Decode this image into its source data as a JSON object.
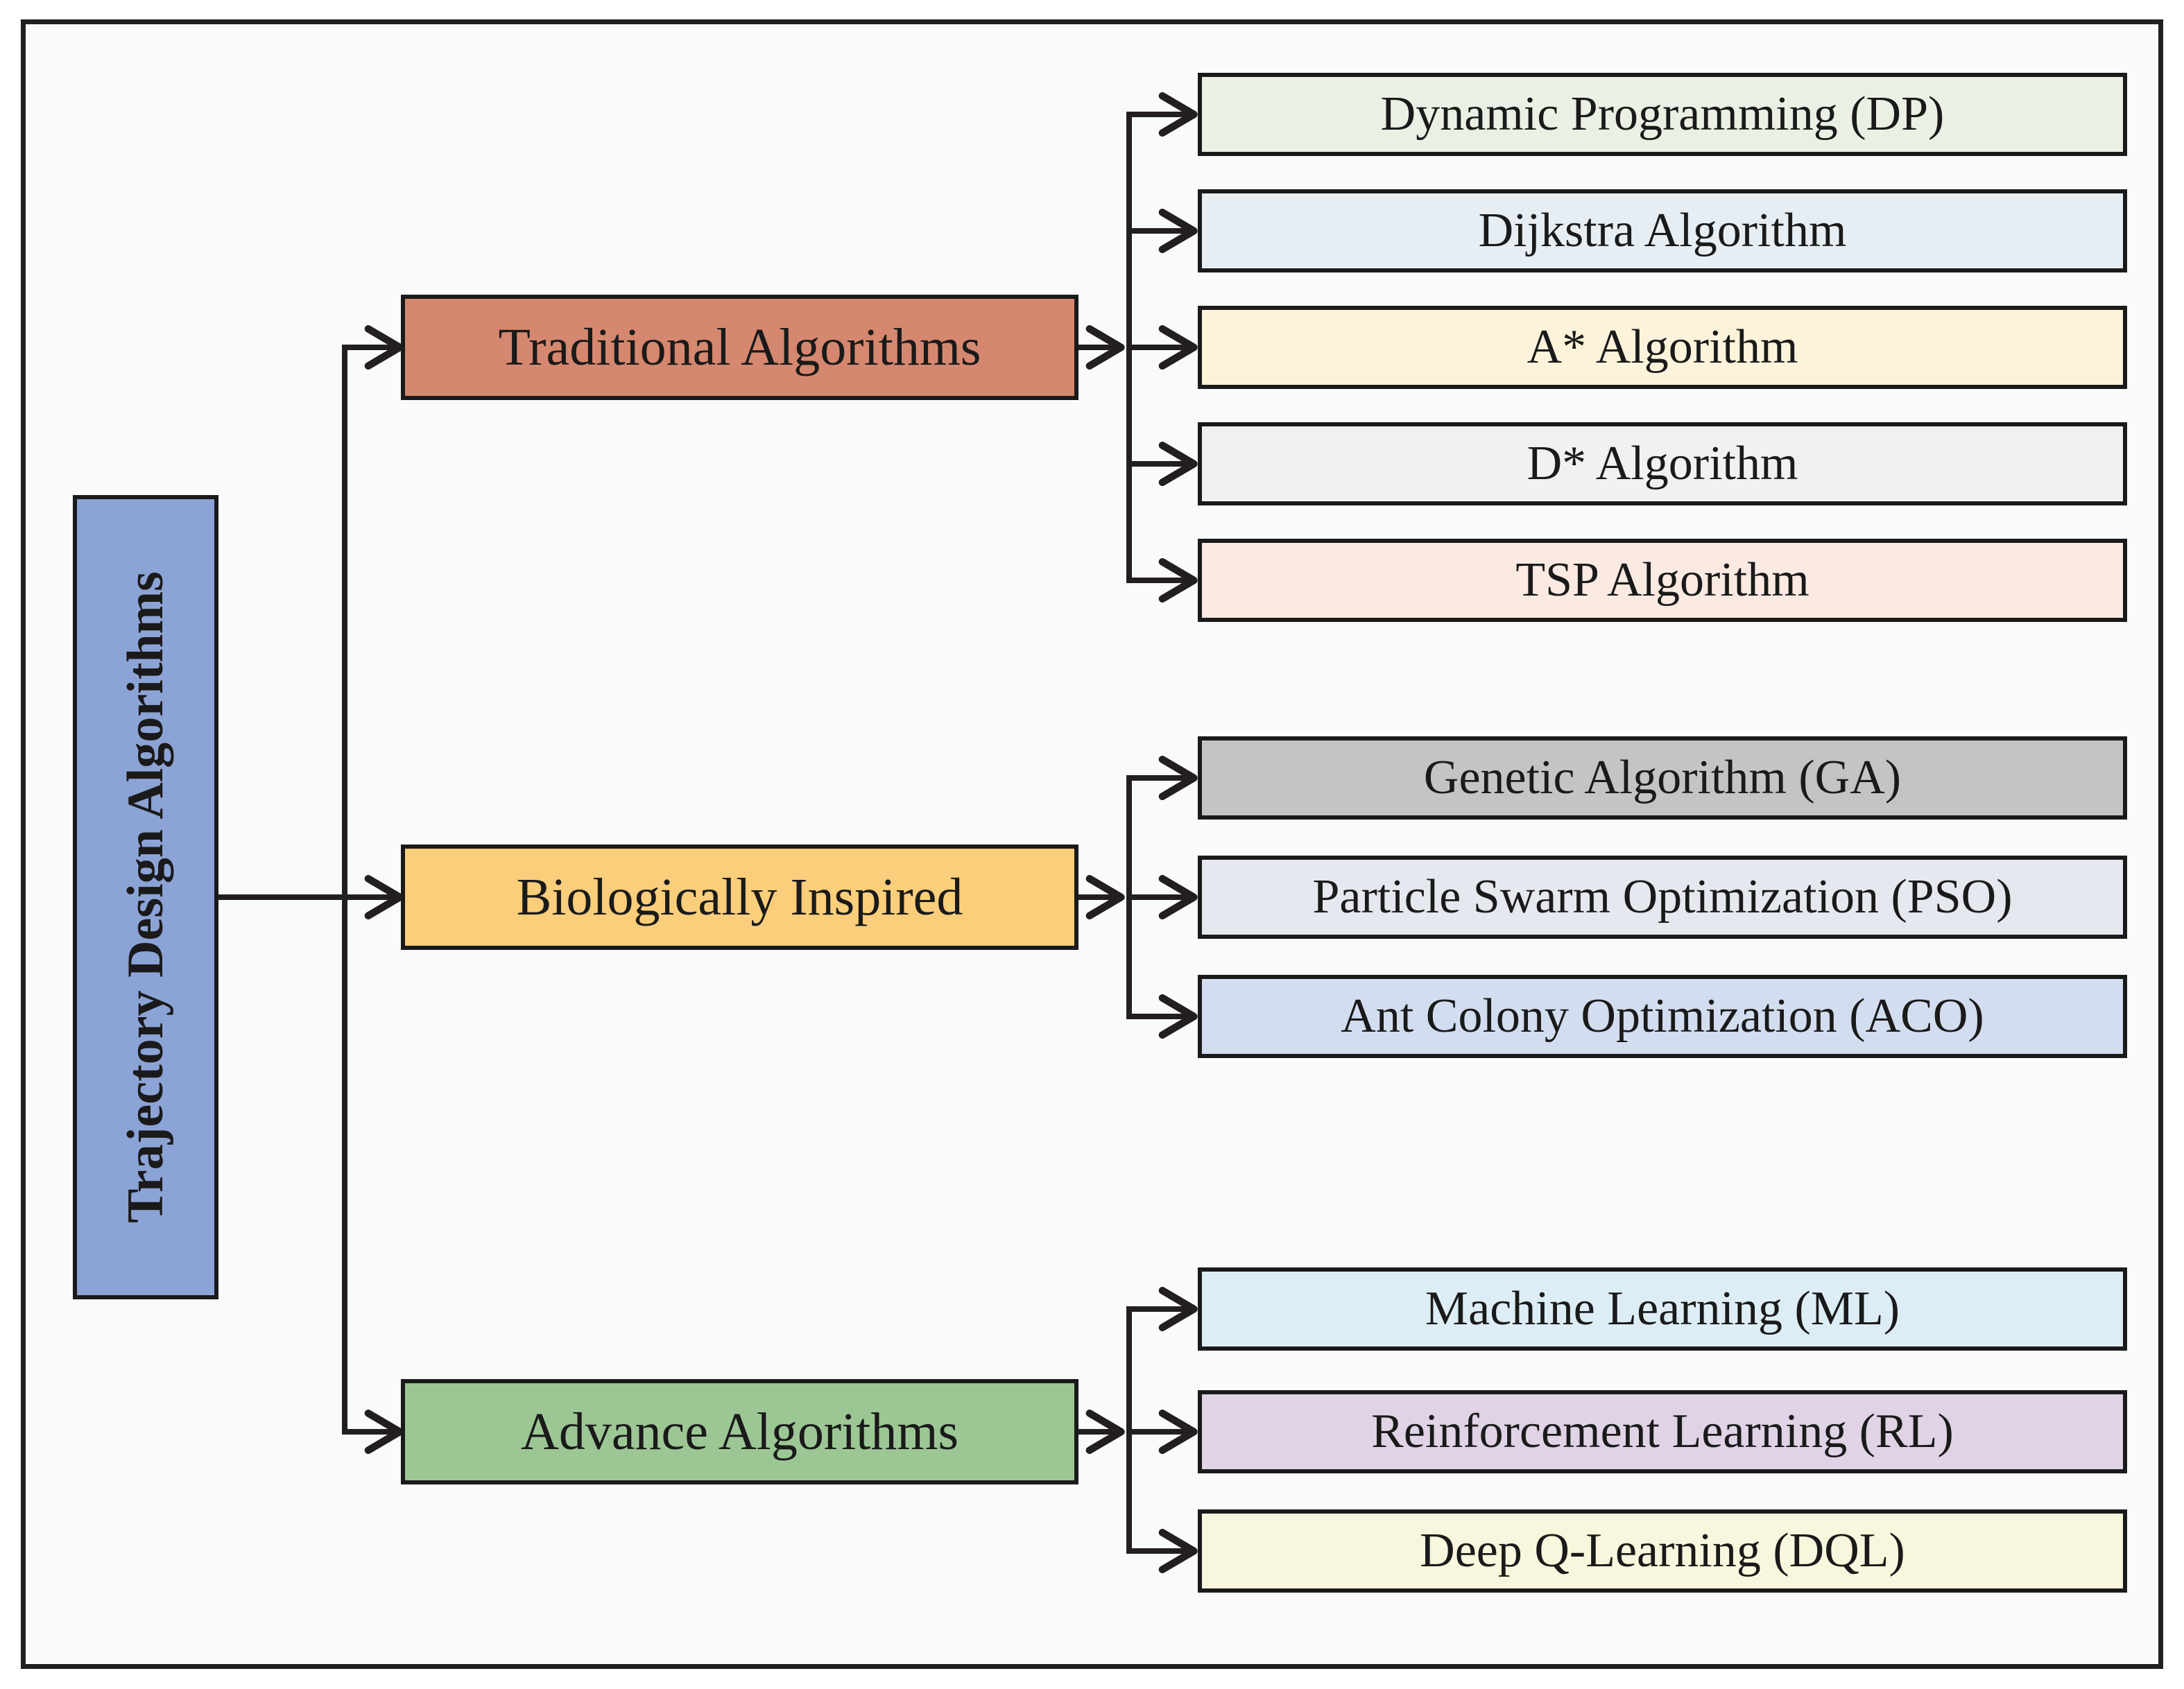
{
  "diagram": {
    "root": {
      "label": "Trajectory Design Algorithms",
      "color": "#8ca3d6"
    },
    "groups": [
      {
        "label": "Traditional Algorithms",
        "color": "#d5886f",
        "children": [
          {
            "label": "Dynamic Programming (DP)",
            "color": "#eaf1e4"
          },
          {
            "label": "Dijkstra Algorithm",
            "color": "#e6eef4"
          },
          {
            "label": "A* Algorithm",
            "color": "#fdf3da"
          },
          {
            "label": "D* Algorithm",
            "color": "#f2f0f1"
          },
          {
            "label": "TSP Algorithm",
            "color": "#faeae2"
          }
        ]
      },
      {
        "label": "Biologically Inspired",
        "color": "#fbce7b",
        "children": [
          {
            "label": "Genetic Algorithm (GA)",
            "color": "#c3c4c6"
          },
          {
            "label": "Particle Swarm Optimization (PSO)",
            "color": "#e6e8ef"
          },
          {
            "label": "Ant Colony Optimization (ACO)",
            "color": "#d3ddf0"
          }
        ]
      },
      {
        "label": "Advance Algorithms",
        "color": "#9cc795",
        "children": [
          {
            "label": "Machine Learning (ML)",
            "color": "#ddedf6"
          },
          {
            "label": "Reinforcement Learning (RL)",
            "color": "#e0d3e6"
          },
          {
            "label": "Deep Q-Learning (DQL)",
            "color": "#f8f6dc"
          }
        ]
      }
    ],
    "colors": {
      "background": "#f9fbfa",
      "frame_border": "#231f20",
      "connector": "#231f20",
      "box_border": "#1a1a1a",
      "text": "#1a1a1a"
    }
  }
}
